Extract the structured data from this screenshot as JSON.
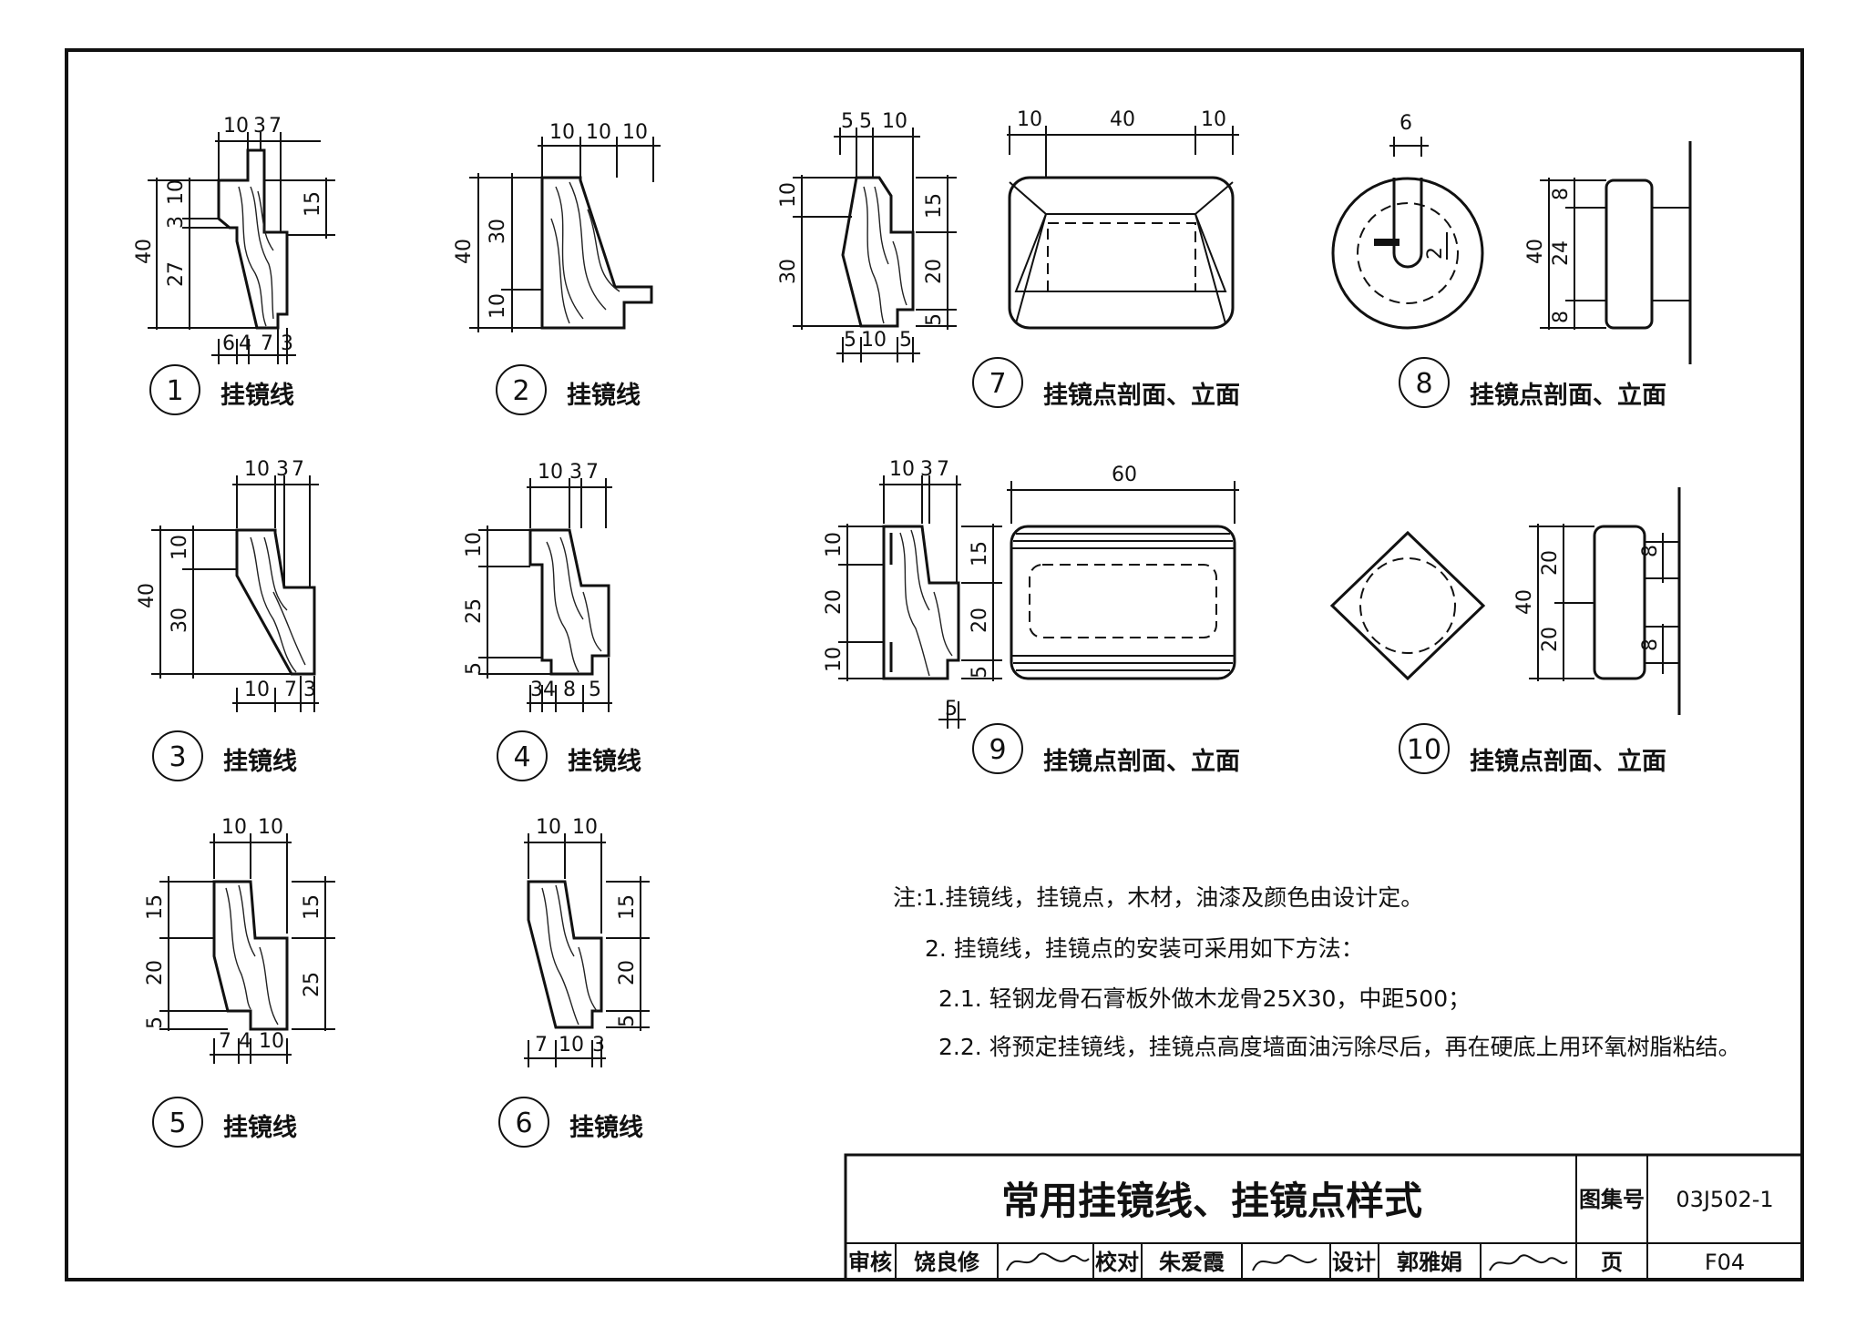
{
  "title": "常用挂镜线、挂镜点样式",
  "caption_line": "挂镜线",
  "caption_point": "挂镜点剖面、立面",
  "details": [
    {
      "num": "1",
      "dims": {
        "top": [
          "10",
          "3",
          "7"
        ],
        "left_total": "40",
        "left": [
          "10",
          "3",
          "27"
        ],
        "right": [
          "15"
        ],
        "bottom": [
          "6",
          "4",
          "7",
          "3"
        ]
      }
    },
    {
      "num": "2",
      "dims": {
        "top": [
          "10",
          "10",
          "10"
        ],
        "left_total": "40",
        "left": [
          "30",
          "10"
        ]
      }
    },
    {
      "num": "3",
      "dims": {
        "top": [
          "10",
          "3",
          "7"
        ],
        "left_total": "40",
        "left": [
          "10",
          "30"
        ],
        "bottom": [
          "10",
          "7",
          "3"
        ]
      }
    },
    {
      "num": "4",
      "dims": {
        "top": [
          "10",
          "3",
          "7"
        ],
        "left": [
          "10",
          "25",
          "5"
        ],
        "bottom": [
          "3",
          "4",
          "8",
          "5"
        ]
      }
    },
    {
      "num": "5",
      "dims": {
        "top": [
          "10",
          "10"
        ],
        "left": [
          "15",
          "20",
          "5"
        ],
        "right": [
          "15",
          "25"
        ],
        "bottom": [
          "7",
          "4",
          "10"
        ]
      }
    },
    {
      "num": "6",
      "dims": {
        "top": [
          "10",
          "10"
        ],
        "right": [
          "15",
          "20",
          "5"
        ],
        "bottom": [
          "7",
          "10",
          "3"
        ]
      }
    },
    {
      "num": "7",
      "dims": {
        "top": [
          "5",
          "5",
          "10"
        ],
        "left": [
          "10",
          "30"
        ],
        "right": [
          "15",
          "20",
          "5"
        ],
        "bottom": [
          "5",
          "10",
          "5"
        ],
        "elev_top": [
          "10",
          "40",
          "10"
        ]
      }
    },
    {
      "num": "8",
      "dims": {
        "top": [
          "6"
        ],
        "inner": "2",
        "left_total": "40",
        "left": [
          "8",
          "24",
          "8"
        ]
      }
    },
    {
      "num": "9",
      "dims": {
        "top": [
          "10",
          "3",
          "7"
        ],
        "left": [
          "10",
          "20",
          "10"
        ],
        "right": [
          "15",
          "20",
          "5"
        ],
        "bottom": [
          "5"
        ],
        "elev_top": [
          "60"
        ]
      }
    },
    {
      "num": "10",
      "dims": {
        "left_total": "40",
        "left": [
          "20",
          "20"
        ],
        "right": [
          "8",
          "8"
        ]
      }
    }
  ],
  "notes": {
    "n1": "注:1.挂镜线，挂镜点，木材，油漆及颜色由设计定。",
    "n2": "2. 挂镜线，挂镜点的安装可采用如下方法：",
    "n21": "2.1. 轻钢龙骨石膏板外做木龙骨25X30，中距500；",
    "n22": "2.2. 将预定挂镜线，挂镜点高度墙面油污除尽后，再在硬底上用环氧树脂粘结。"
  },
  "title_block": {
    "atlas_label": "图集号",
    "atlas_no": "03J502-1",
    "page_label": "页",
    "page_no": "F04",
    "review_label": "审核",
    "reviewer": "饶良修",
    "check_label": "校对",
    "checker": "朱爱霞",
    "design_label": "设计",
    "designer": "郭雅娟"
  }
}
